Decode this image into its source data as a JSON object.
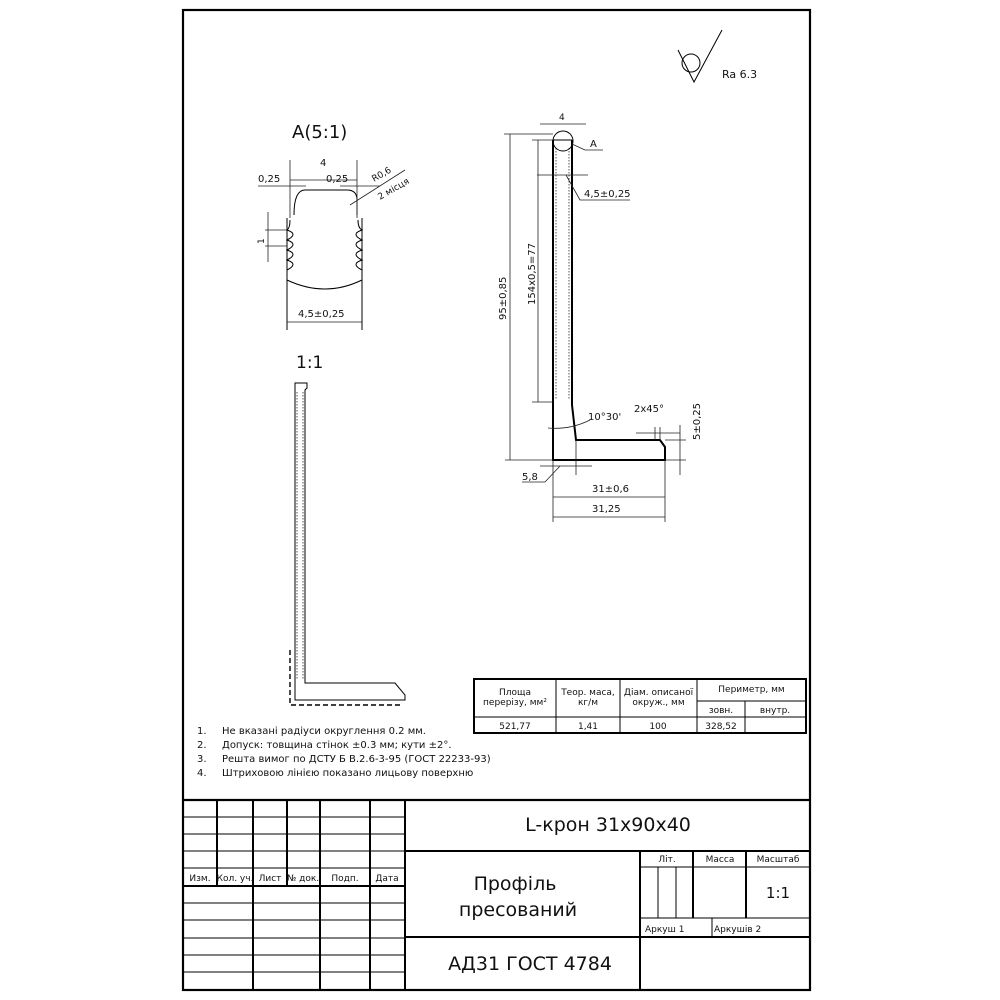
{
  "roughness": {
    "label": "Ra 6.3"
  },
  "detail_view": {
    "title": "A(5:1)",
    "dims": {
      "width_top": "4",
      "left_offset": "0,25",
      "right_offset": "0,25",
      "radius": "R0,6",
      "radius_note": "2 місця",
      "pitch": "1",
      "width_bottom": "4,5±0,25"
    }
  },
  "scale_view": {
    "title": "1:1"
  },
  "main_view": {
    "dims": {
      "top_width": "4",
      "detail_marker": "A",
      "thickness": "4,5±0,25",
      "height": "95±0,85",
      "pitch_count": "154x0,5=77",
      "angle": "10°30'",
      "chamfer": "2x45°",
      "base_thickness": "5±0,25",
      "root": "5,8",
      "base_len": "31±0,6",
      "base_len_ref": "31,25"
    }
  },
  "properties_table": {
    "headers": [
      "Площа перерізу, мм²",
      "Теор. маса, кг/м",
      "Діам. описаної окруж., мм",
      "Периметр, мм"
    ],
    "perimeter_sub": [
      "зовн.",
      "внутр."
    ],
    "row": [
      "521,77",
      "1,41",
      "100",
      "328,52",
      ""
    ]
  },
  "notes": [
    {
      "num": "1.",
      "text": "Не вказані радіуси округлення 0.2 мм."
    },
    {
      "num": "2.",
      "text": "Допуск: товщина стінок ±0.3 мм; кути ±2°."
    },
    {
      "num": "3.",
      "text": "Решта вимог по ДСТУ Б В.2.6-3-95 (ГОСТ 22233-93)"
    },
    {
      "num": "4.",
      "text": "Штриховою лінією показано лицьову поверхню"
    }
  ],
  "title_block": {
    "rev_headers": [
      "Изм.",
      "Кол. уч.",
      "Лист",
      "№ док.",
      "Подп.",
      "Дата"
    ],
    "designation": "L-крон 31x90x40",
    "name_line1": "Профіль",
    "name_line2": "пресований",
    "lit_label": "Літ.",
    "mass_label": "Масса",
    "scale_label": "Масштаб",
    "scale_value": "1:1",
    "sheet": "Аркуш 1",
    "sheets": "Аркушів 2",
    "material": "АД31 ГОСТ 4784"
  }
}
